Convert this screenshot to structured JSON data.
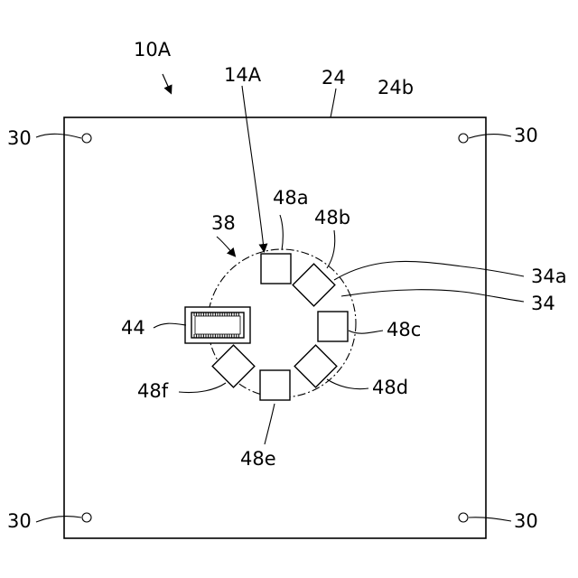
{
  "figure": {
    "labels": {
      "device": "10A",
      "region": "14A",
      "substrate": "24",
      "surface": "24b",
      "mount_hole": "30",
      "ring": "38",
      "chip": "44",
      "pad_a": "48a",
      "pad_b": "48b",
      "pad_c": "48c",
      "pad_d": "48d",
      "pad_e": "48e",
      "pad_f": "48f",
      "wire_a": "34a",
      "wire": "34"
    }
  }
}
